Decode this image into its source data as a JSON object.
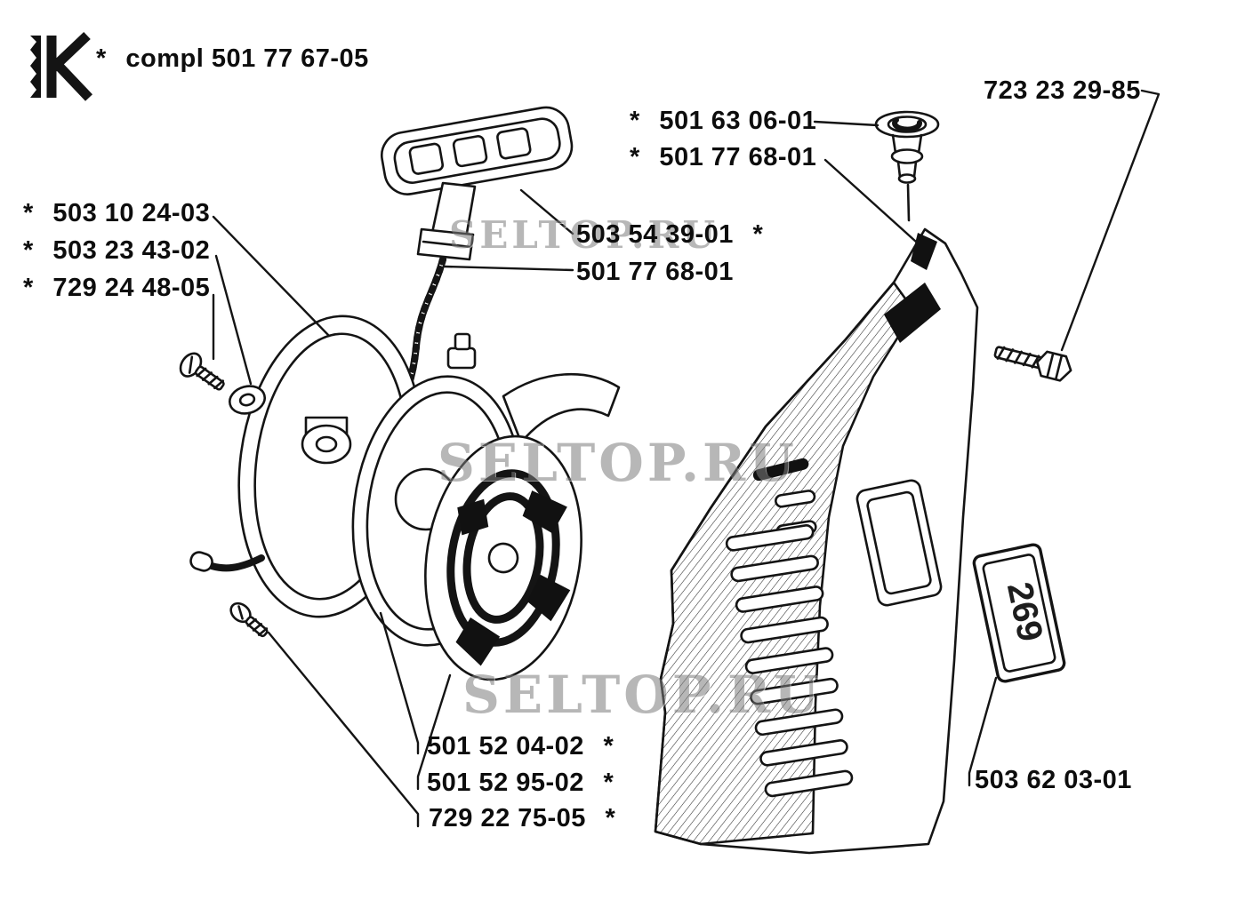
{
  "page": {
    "background": "#ffffff",
    "ink": "#111111"
  },
  "brand": {
    "mark_letter": "K"
  },
  "assembly": {
    "star": "*",
    "label": "compl 501 77 67-05"
  },
  "watermarks": {
    "top": "SELTOP.RU",
    "middle": "SELTOP.RU",
    "bottom": "SELTOP.RU"
  },
  "part_labels": {
    "cover_screw": {
      "star_before": "",
      "number": "723 23 29-85",
      "star_after": ""
    },
    "rope_bushing": {
      "star_before": "*",
      "number": "501 63 06-01",
      "star_after": ""
    },
    "starter_rope_top": {
      "star_before": "*",
      "number": "501 77 68-01",
      "star_after": ""
    },
    "pulley": {
      "star_before": "*",
      "number": "503 10 24-03",
      "star_after": ""
    },
    "washer": {
      "star_before": "*",
      "number": "503 23 43-02",
      "star_after": ""
    },
    "pulley_screw": {
      "star_before": "*",
      "number": "729 24 48-05",
      "star_after": ""
    },
    "handle": {
      "star_before": "",
      "number": "503 54 39-01",
      "star_after": "*"
    },
    "starter_rope": {
      "star_before": "",
      "number": "501 77 68-01",
      "star_after": ""
    },
    "starter_spring": {
      "star_before": "",
      "number": "501 52 04-02",
      "star_after": "*"
    },
    "ratchet": {
      "star_before": "",
      "number": "501 52 95-02",
      "star_after": "*"
    },
    "small_screw": {
      "star_before": "",
      "number": "729 22 75-05",
      "star_after": "*"
    },
    "decal": {
      "star_before": "",
      "number": "503 62 03-01",
      "star_after": ""
    }
  },
  "badge": {
    "text": "269"
  }
}
